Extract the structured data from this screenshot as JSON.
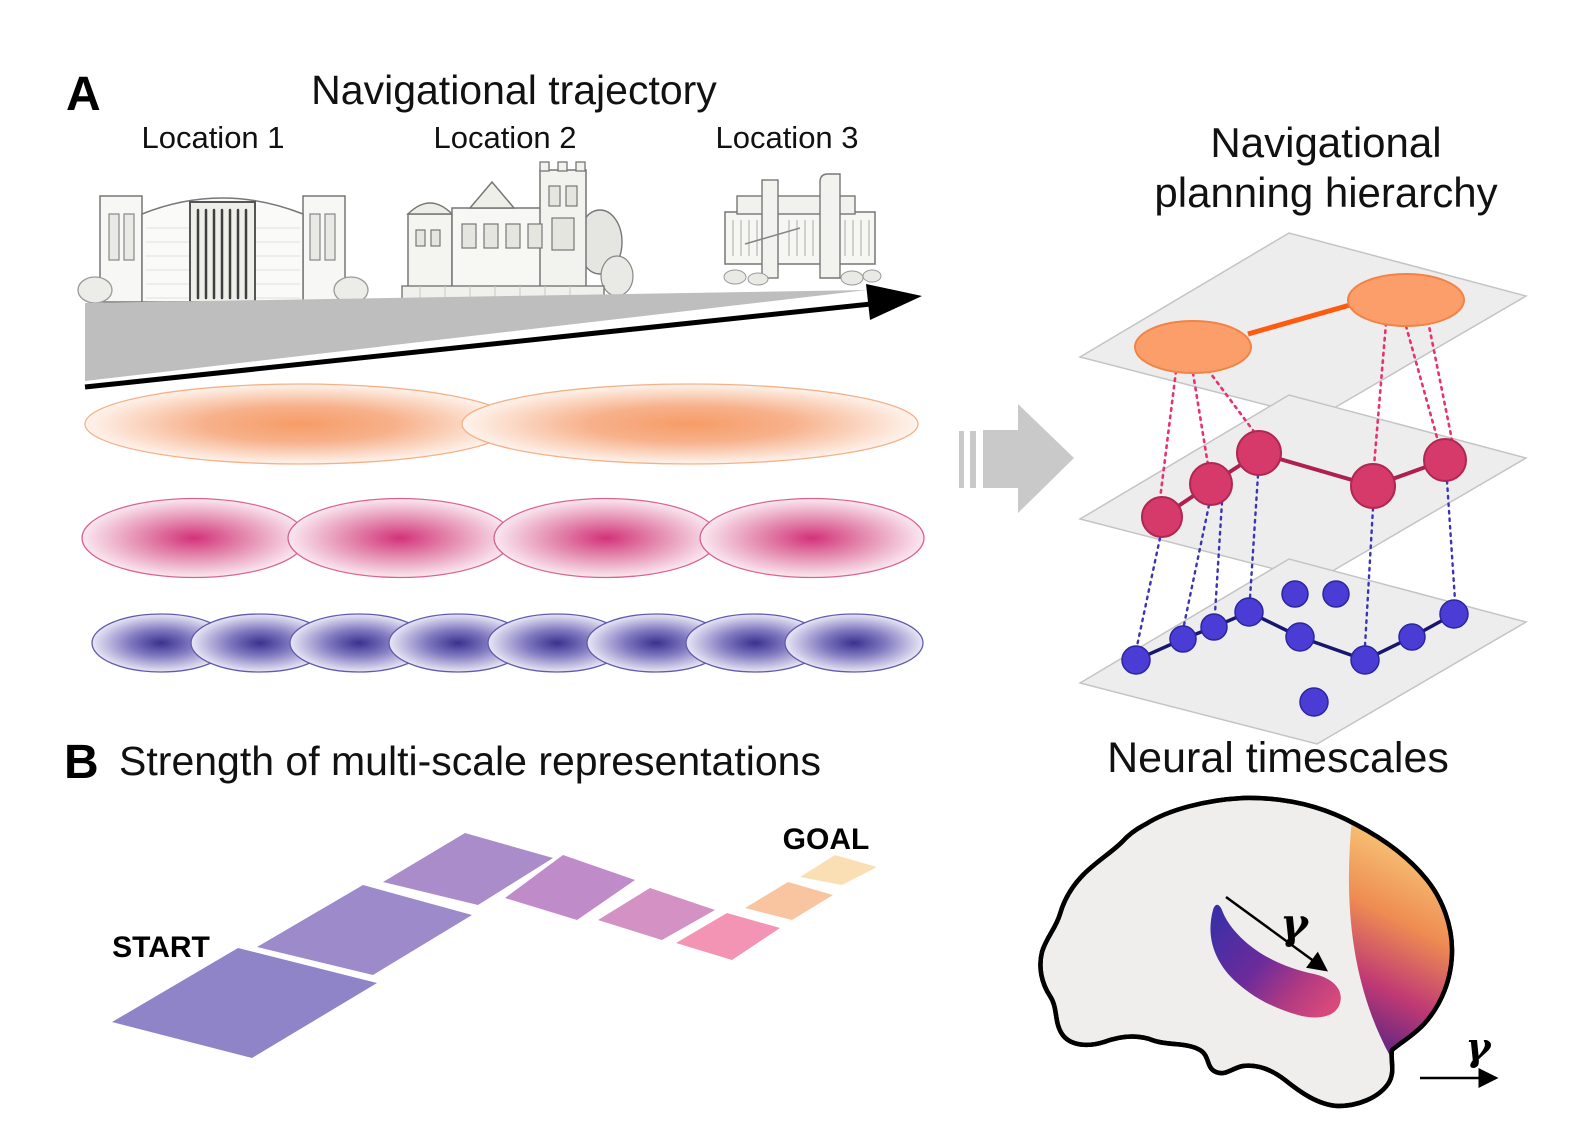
{
  "figure": {
    "panel_a": {
      "label": "A",
      "title": "Navigational trajectory",
      "locations": [
        {
          "label": "Location 1"
        },
        {
          "label": "Location 2"
        },
        {
          "label": "Location 3"
        }
      ]
    },
    "place_field_rows": [
      {
        "scale": "large",
        "count": 2,
        "center_color": "#F68F52"
      },
      {
        "scale": "medium",
        "count": 4,
        "center_color": "#CE1668"
      },
      {
        "scale": "small",
        "count": 8,
        "center_color": "#1F1680"
      }
    ],
    "hierarchy": {
      "title_line1": "Navigational",
      "title_line2": "planning hierarchy",
      "levels": [
        {
          "name": "coarse",
          "node_count": 2,
          "color": "#FB9E69"
        },
        {
          "name": "intermediate",
          "node_count": 5,
          "color": "#D53A6A"
        },
        {
          "name": "fine",
          "node_count": 11,
          "color": "#4B3CD6"
        }
      ]
    },
    "panel_b": {
      "label": "B",
      "title": "Strength of multi-scale representations",
      "start_label": "START",
      "goal_label": "GOAL",
      "tile_colors": [
        "#8F84C8",
        "#9D8ACB",
        "#AA8CCB",
        "#BF8CC9",
        "#D392C3",
        "#F394B4",
        "#F8C5A0",
        "#FBDFB4"
      ]
    },
    "neural": {
      "title": "Neural timescales",
      "gamma_symbol": "γ"
    },
    "colors": {
      "orange_node": "#FB9E69",
      "orange_link": "#FF5A0F",
      "crimson_node": "#D53A6A",
      "crimson_link": "#AE2050",
      "crimson_dotted": "#E8316F",
      "blue_node": "#4B3CD6",
      "blue_link": "#191670",
      "blue_dotted": "#3B35B4",
      "plane_fill": "#EDEDED",
      "wedge_gray": "#BEBEBE",
      "arrow_gray": "#C9C9C9",
      "brain_fill": "#EFEEED"
    }
  }
}
